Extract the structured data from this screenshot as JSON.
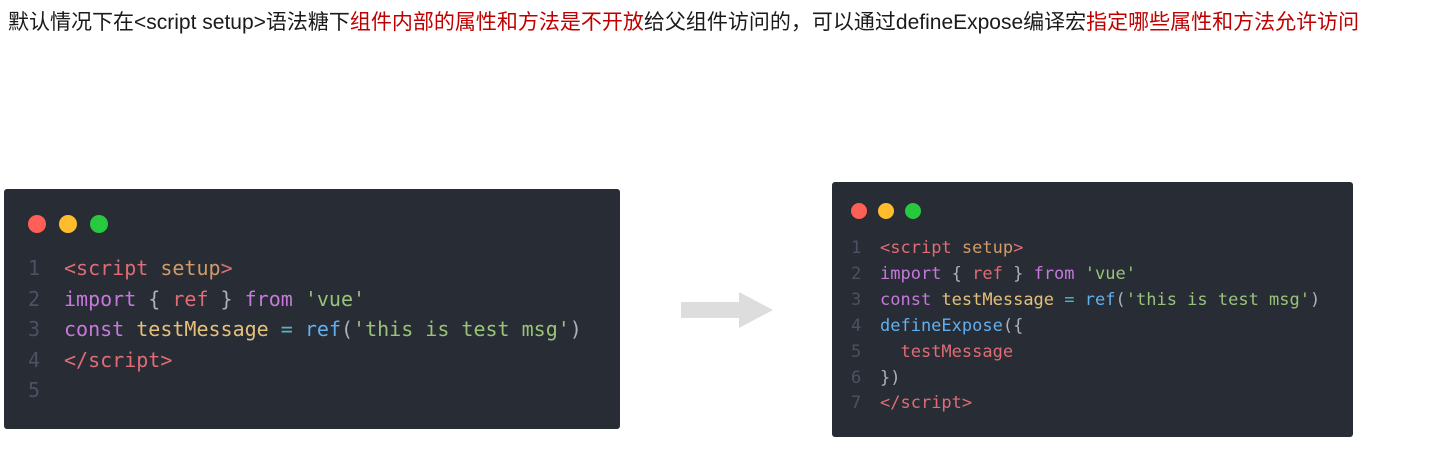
{
  "intro": {
    "segments": [
      {
        "text": "默认情况下在<script setup>语法糖下",
        "highlight": false
      },
      {
        "text": "组件内部的属性和方法是不开放",
        "highlight": true
      },
      {
        "text": "给父组件访问的，可以通过defineExpose编译宏",
        "highlight": false
      },
      {
        "text": "指定哪些属性和方法允许访问",
        "highlight": true
      }
    ]
  },
  "colors": {
    "text": "#1a1a1a",
    "highlight": "#c00000",
    "code_background": "#282c34",
    "arrow": "#dddddd",
    "dot_red": "#ff5f56",
    "dot_yellow": "#ffbd2e",
    "dot_green": "#27c93f"
  },
  "arrow_icon": "right-arrow-icon",
  "code_blocks": [
    {
      "id": "before",
      "lines": [
        {
          "num": "1",
          "tokens": [
            [
              "tag",
              "<"
            ],
            [
              "tag",
              "script"
            ],
            [
              "plain",
              " "
            ],
            [
              "attr",
              "setup"
            ],
            [
              "tag",
              ">"
            ]
          ]
        },
        {
          "num": "2",
          "tokens": [
            [
              "keyword",
              "import"
            ],
            [
              "plain",
              " { "
            ],
            [
              "var",
              "ref"
            ],
            [
              "plain",
              " } "
            ],
            [
              "keyword",
              "from"
            ],
            [
              "plain",
              " "
            ],
            [
              "string",
              "'vue'"
            ]
          ]
        },
        {
          "num": "3",
          "tokens": [
            [
              "keyword",
              "const"
            ],
            [
              "plain",
              " "
            ],
            [
              "const",
              "testMessage"
            ],
            [
              "plain",
              " "
            ],
            [
              "op",
              "="
            ],
            [
              "plain",
              " "
            ],
            [
              "func",
              "ref"
            ],
            [
              "plain",
              "("
            ],
            [
              "string",
              "'this is test msg'"
            ],
            [
              "plain",
              ")"
            ]
          ]
        },
        {
          "num": "4",
          "tokens": [
            [
              "tag",
              "</"
            ],
            [
              "tag",
              "script"
            ],
            [
              "tag",
              ">"
            ]
          ]
        },
        {
          "num": "5",
          "tokens": []
        }
      ]
    },
    {
      "id": "after",
      "lines": [
        {
          "num": "1",
          "tokens": [
            [
              "tag",
              "<"
            ],
            [
              "tag",
              "script"
            ],
            [
              "plain",
              " "
            ],
            [
              "attr",
              "setup"
            ],
            [
              "tag",
              ">"
            ]
          ]
        },
        {
          "num": "2",
          "tokens": [
            [
              "keyword",
              "import"
            ],
            [
              "plain",
              " { "
            ],
            [
              "var",
              "ref"
            ],
            [
              "plain",
              " } "
            ],
            [
              "keyword",
              "from"
            ],
            [
              "plain",
              " "
            ],
            [
              "string",
              "'vue'"
            ]
          ]
        },
        {
          "num": "3",
          "tokens": [
            [
              "keyword",
              "const"
            ],
            [
              "plain",
              " "
            ],
            [
              "const",
              "testMessage"
            ],
            [
              "plain",
              " "
            ],
            [
              "op",
              "="
            ],
            [
              "plain",
              " "
            ],
            [
              "func",
              "ref"
            ],
            [
              "plain",
              "("
            ],
            [
              "string",
              "'this is test msg'"
            ],
            [
              "plain",
              ")"
            ]
          ]
        },
        {
          "num": "4",
          "tokens": [
            [
              "func",
              "defineExpose"
            ],
            [
              "plain",
              "({"
            ]
          ]
        },
        {
          "num": "5",
          "tokens": [
            [
              "plain",
              "  "
            ],
            [
              "var",
              "testMessage"
            ]
          ]
        },
        {
          "num": "6",
          "tokens": [
            [
              "plain",
              "})"
            ]
          ]
        },
        {
          "num": "7",
          "tokens": [
            [
              "tag",
              "</"
            ],
            [
              "tag",
              "script"
            ],
            [
              "tag",
              ">"
            ]
          ]
        }
      ]
    }
  ]
}
